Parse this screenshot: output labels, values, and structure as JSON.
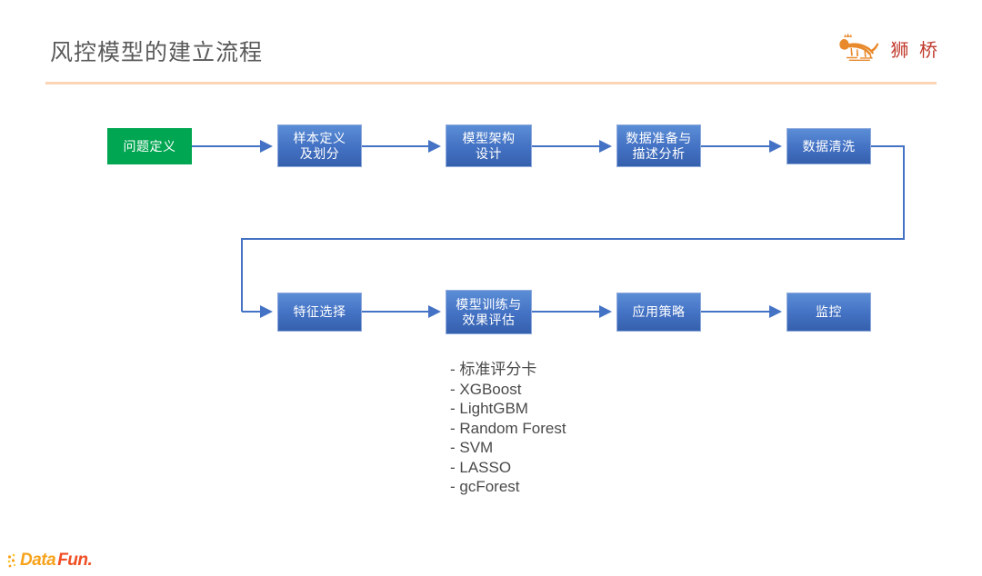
{
  "slide": {
    "title": "风控模型的建立流程",
    "brand": {
      "name": "狮 桥",
      "logo_icon": "lion-logo-icon",
      "logo_color": "#e8892b",
      "text_color": "#c0392b"
    },
    "divider_color": "#fbd5b5"
  },
  "flow": {
    "nodes": [
      {
        "id": "n1",
        "label": "问题定义",
        "color": "#00a651",
        "style": "green",
        "row": 1,
        "col": 1
      },
      {
        "id": "n2",
        "label": "样本定义\n及划分",
        "color": "#4472c4",
        "style": "blue",
        "row": 1,
        "col": 2
      },
      {
        "id": "n3",
        "label": "模型架构\n设计",
        "color": "#4472c4",
        "style": "blue",
        "row": 1,
        "col": 3
      },
      {
        "id": "n4",
        "label": "数据准备与\n描述分析",
        "color": "#4472c4",
        "style": "blue",
        "row": 1,
        "col": 4
      },
      {
        "id": "n5",
        "label": "数据清洗",
        "color": "#4472c4",
        "style": "blue",
        "row": 1,
        "col": 5
      },
      {
        "id": "n6",
        "label": "特征选择",
        "color": "#4472c4",
        "style": "blue",
        "row": 2,
        "col": 2
      },
      {
        "id": "n7",
        "label": "模型训练与\n效果评估",
        "color": "#4472c4",
        "style": "blue",
        "row": 2,
        "col": 3
      },
      {
        "id": "n8",
        "label": "应用策略",
        "color": "#4472c4",
        "style": "blue",
        "row": 2,
        "col": 4
      },
      {
        "id": "n9",
        "label": "监控",
        "color": "#4472c4",
        "style": "blue",
        "row": 2,
        "col": 5
      }
    ],
    "connector_color": "#4472c4"
  },
  "methods": {
    "items": [
      "- 标准评分卡",
      "- XGBoost",
      "- LightGBM",
      "- Random Forest",
      "- SVM",
      "- LASSO",
      "- gcForest"
    ]
  },
  "footer": {
    "logo_text_data": "Data",
    "logo_text_fun": "Fun.",
    "data_color": "#f7a21b",
    "fun_color": "#f04e23"
  }
}
